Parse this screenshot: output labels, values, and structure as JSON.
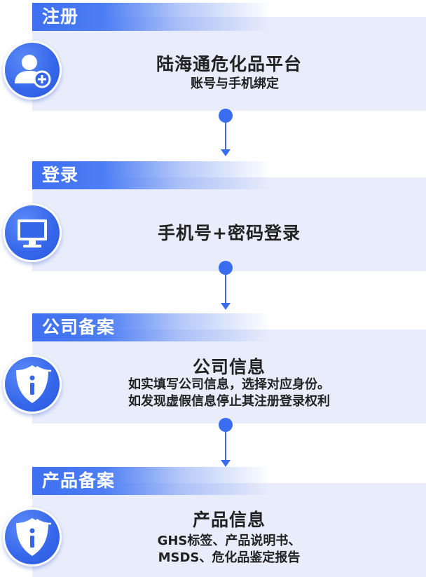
{
  "steps": [
    {
      "tab": "注册",
      "title": "陆海通危化品平台",
      "lines": [
        "账号与手机绑定"
      ],
      "icon": "user-add-icon"
    },
    {
      "tab": "登录",
      "title": "手机号+密码登录",
      "lines": [],
      "icon": "monitor-icon"
    },
    {
      "tab": "公司备案",
      "title": "公司信息",
      "lines": [
        "如实填写公司信息，选择对应身份。",
        "如发现虚假信息停止其注册登录权利"
      ],
      "icon": "shield-info-icon"
    },
    {
      "tab": "产品备案",
      "title": "产品信息",
      "lines": [
        "GHS标签、产品说明书、",
        "MSDS、危化品鉴定报告"
      ],
      "icon": "shield-info-icon"
    }
  ],
  "colors": {
    "primary": "#3a6cf0",
    "card": "#e9edfb",
    "text": "#222222"
  }
}
